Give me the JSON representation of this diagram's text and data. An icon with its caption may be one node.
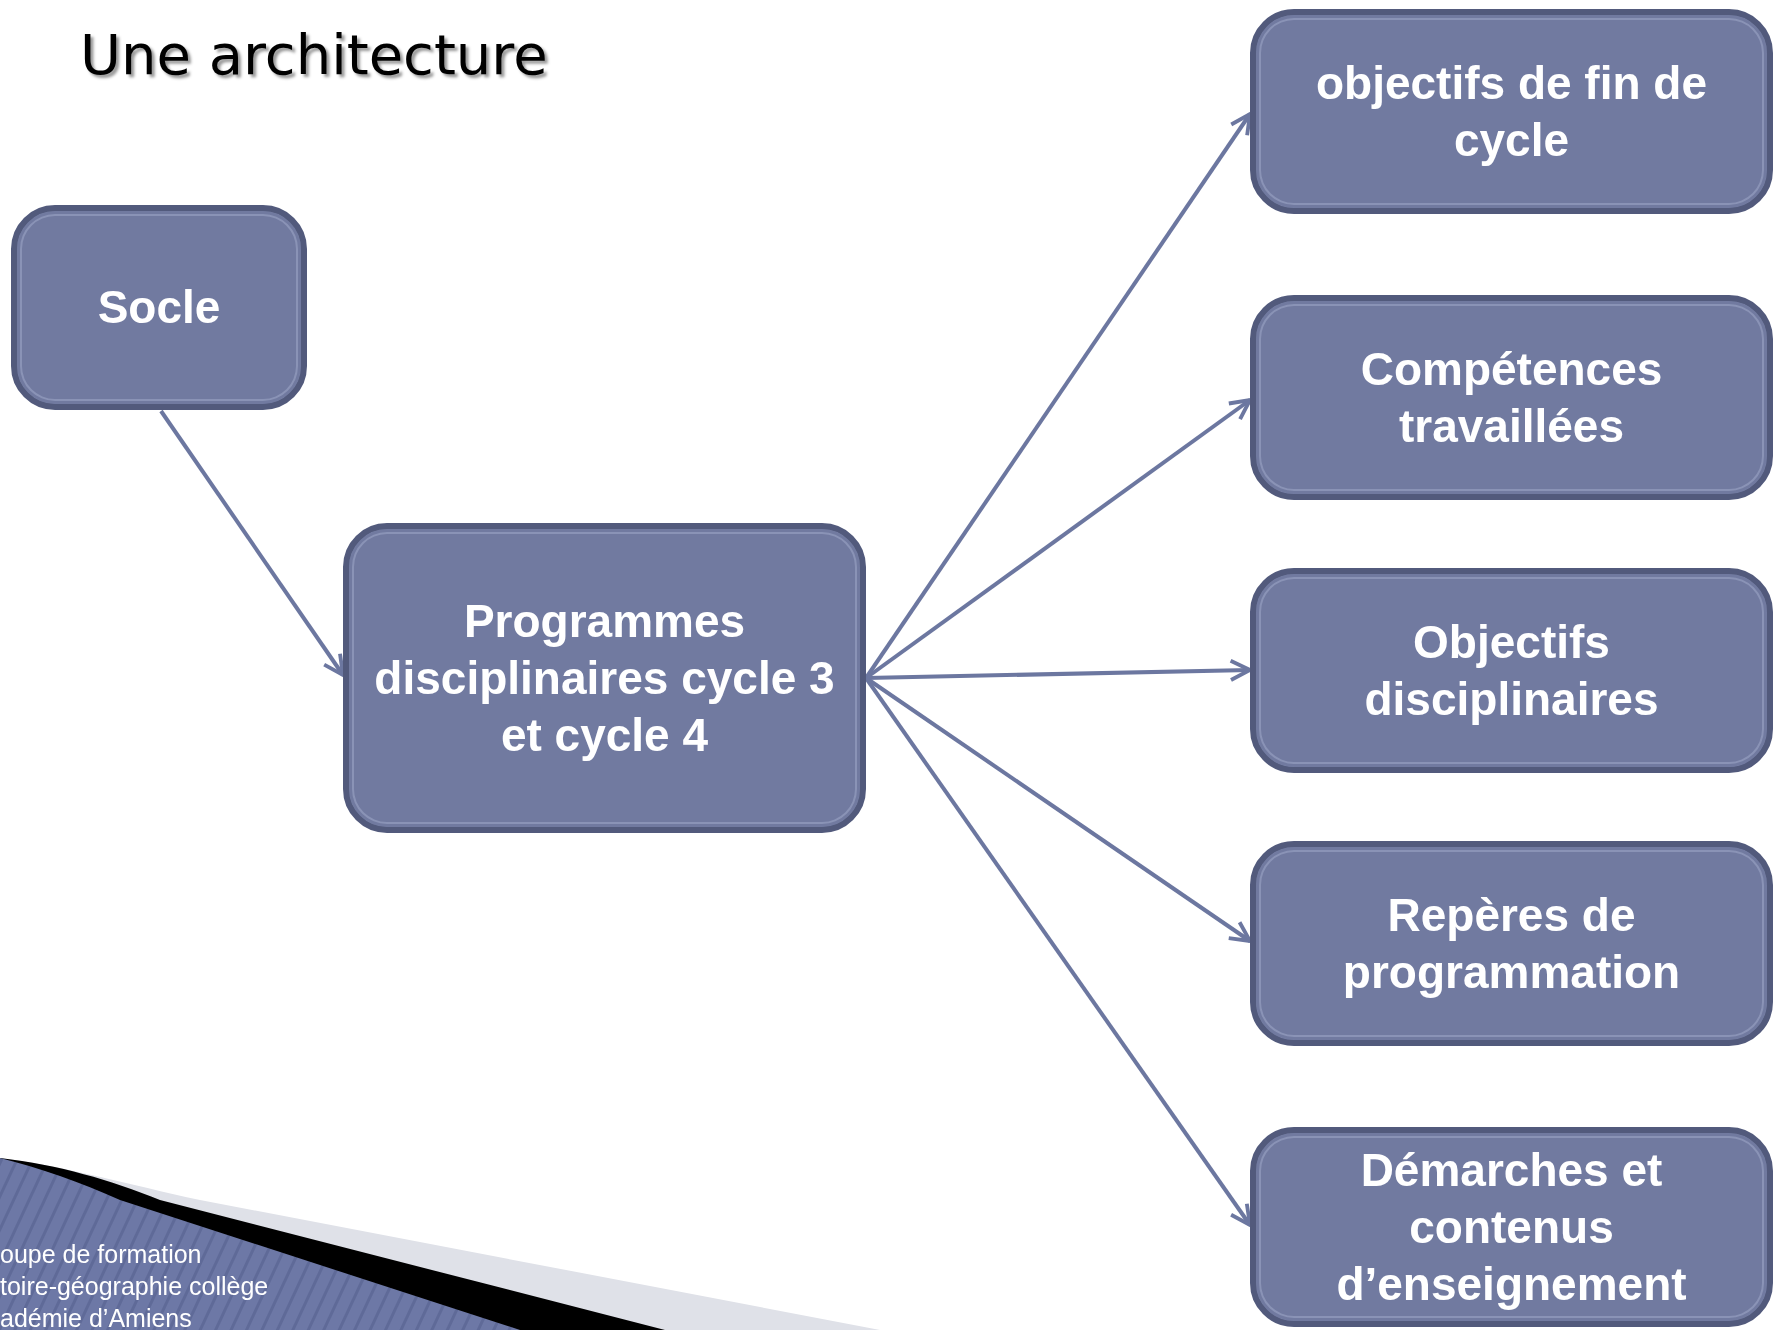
{
  "diagram": {
    "title": "Une architecture",
    "nodes": [
      {
        "text": [
          "Socle"
        ]
      },
      {
        "text": [
          "Programmes disciplinaires cycle 3 et cycle 4"
        ]
      },
      {
        "text": [
          "objectifs de fin de cycle"
        ]
      },
      {
        "text": [
          "Compétences travaillées"
        ]
      },
      {
        "text": [
          "Objectifs disciplinaires"
        ]
      },
      {
        "text": [
          "Repères de programmation"
        ]
      },
      {
        "text": [
          "Démarches et contenus d’enseignement"
        ]
      }
    ],
    "edges": [
      {
        "from": 0,
        "to": 1,
        "arrow": "to"
      },
      {
        "from": 1,
        "to": 2,
        "arrow": "to"
      },
      {
        "from": 1,
        "to": 3,
        "arrow": "to"
      },
      {
        "from": 1,
        "to": 4,
        "arrow": "to"
      },
      {
        "from": 1,
        "to": 5,
        "arrow": "to"
      },
      {
        "from": 1,
        "to": 6,
        "arrow": "to"
      }
    ],
    "labels": [
      "oupe de formation",
      "toire-géographie collège",
      "adémie d’Amiens"
    ]
  }
}
